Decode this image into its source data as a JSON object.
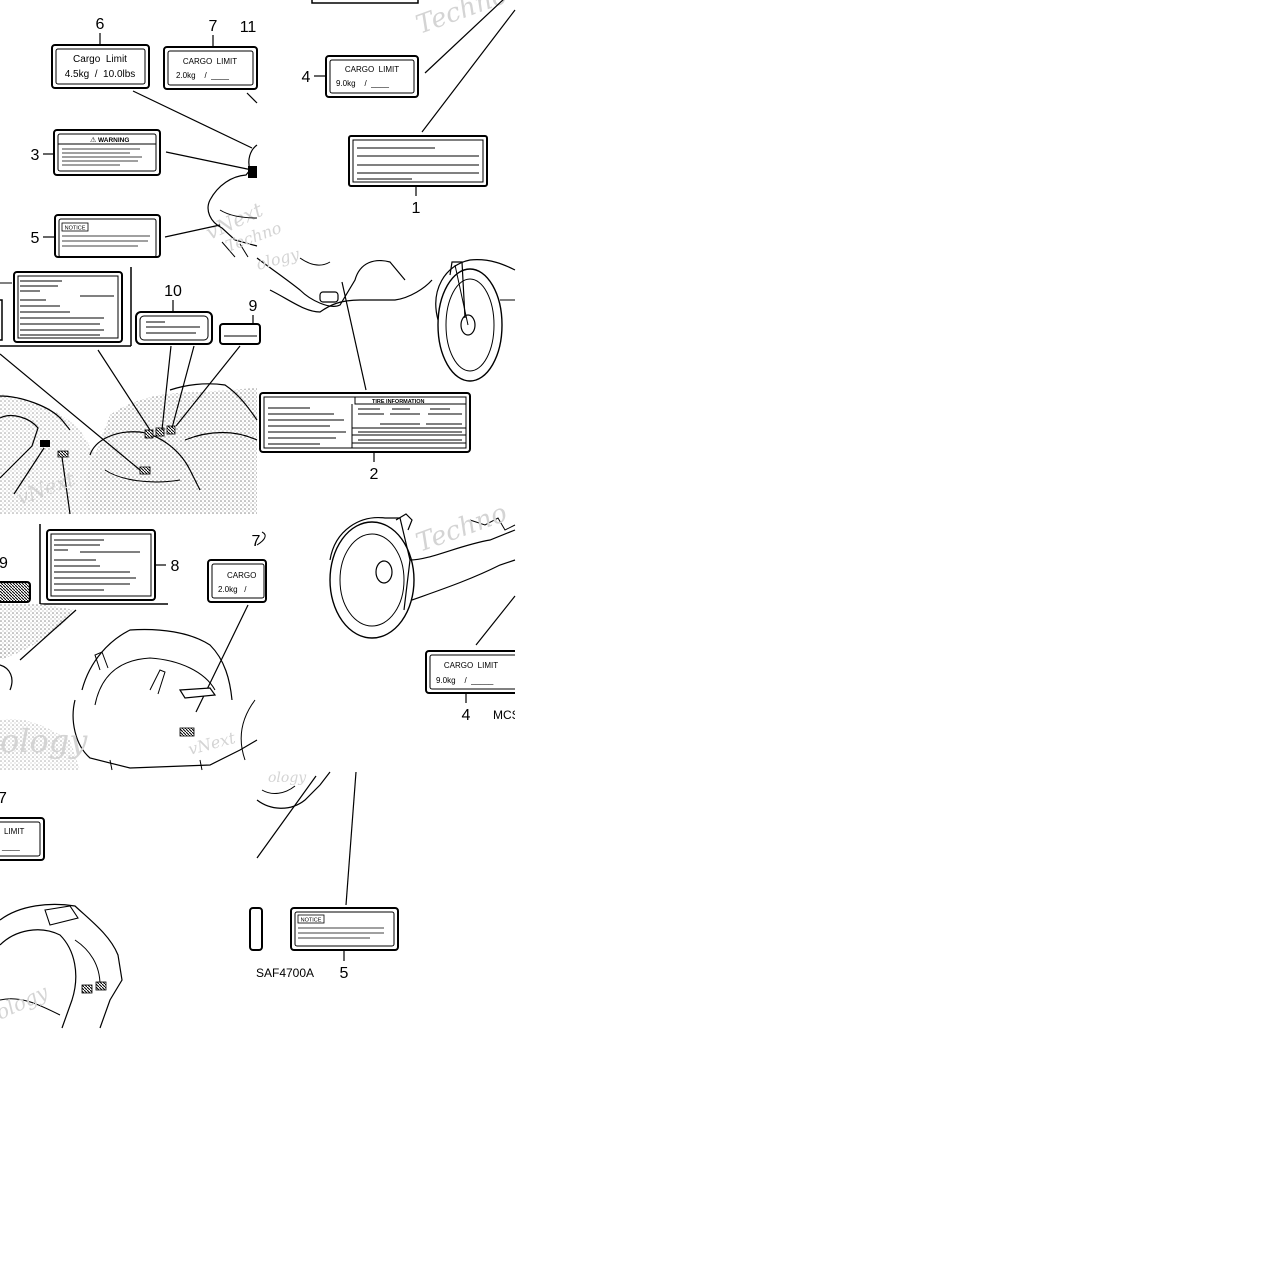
{
  "callouts": {
    "c1": "1",
    "c2": "2",
    "c3": "3",
    "c4a": "4",
    "c4b": "4",
    "c5a": "5",
    "c5b": "5",
    "c6": "6",
    "c7a": "7",
    "c7b": "7",
    "c8": "8",
    "c9a": "9",
    "c9b": "9",
    "c10": "10",
    "c11": "11"
  },
  "labels": {
    "cargo_limit_mixed": "Cargo  Limit",
    "cargo_limit_upper": "CARGO  LIMIT",
    "cargo_short": "CARGO",
    "limit_short": "LIMIT",
    "value_45": "4.5kg  /  10.0lbs",
    "value_20": "2.0kg    /  ____",
    "value_20_partial": "2.0kg   /",
    "value_90": "9.0kg    /  ____",
    "value_90b": "9.0kg    /  _____",
    "blank_line": "____",
    "warning": "WARNING",
    "notice": "NOTICE",
    "tire_information": "TIRE INFORMATION"
  },
  "codes": {
    "code_a": "MCS",
    "code_b": "SAF4700A"
  },
  "watermark": {
    "text_a": "Techno",
    "text_b": "vNext",
    "text_c": "ology"
  },
  "colors": {
    "ink": "#000000",
    "paper": "#ffffff",
    "shade": "#9a9a9a",
    "watermark": "#d4d4d4"
  }
}
